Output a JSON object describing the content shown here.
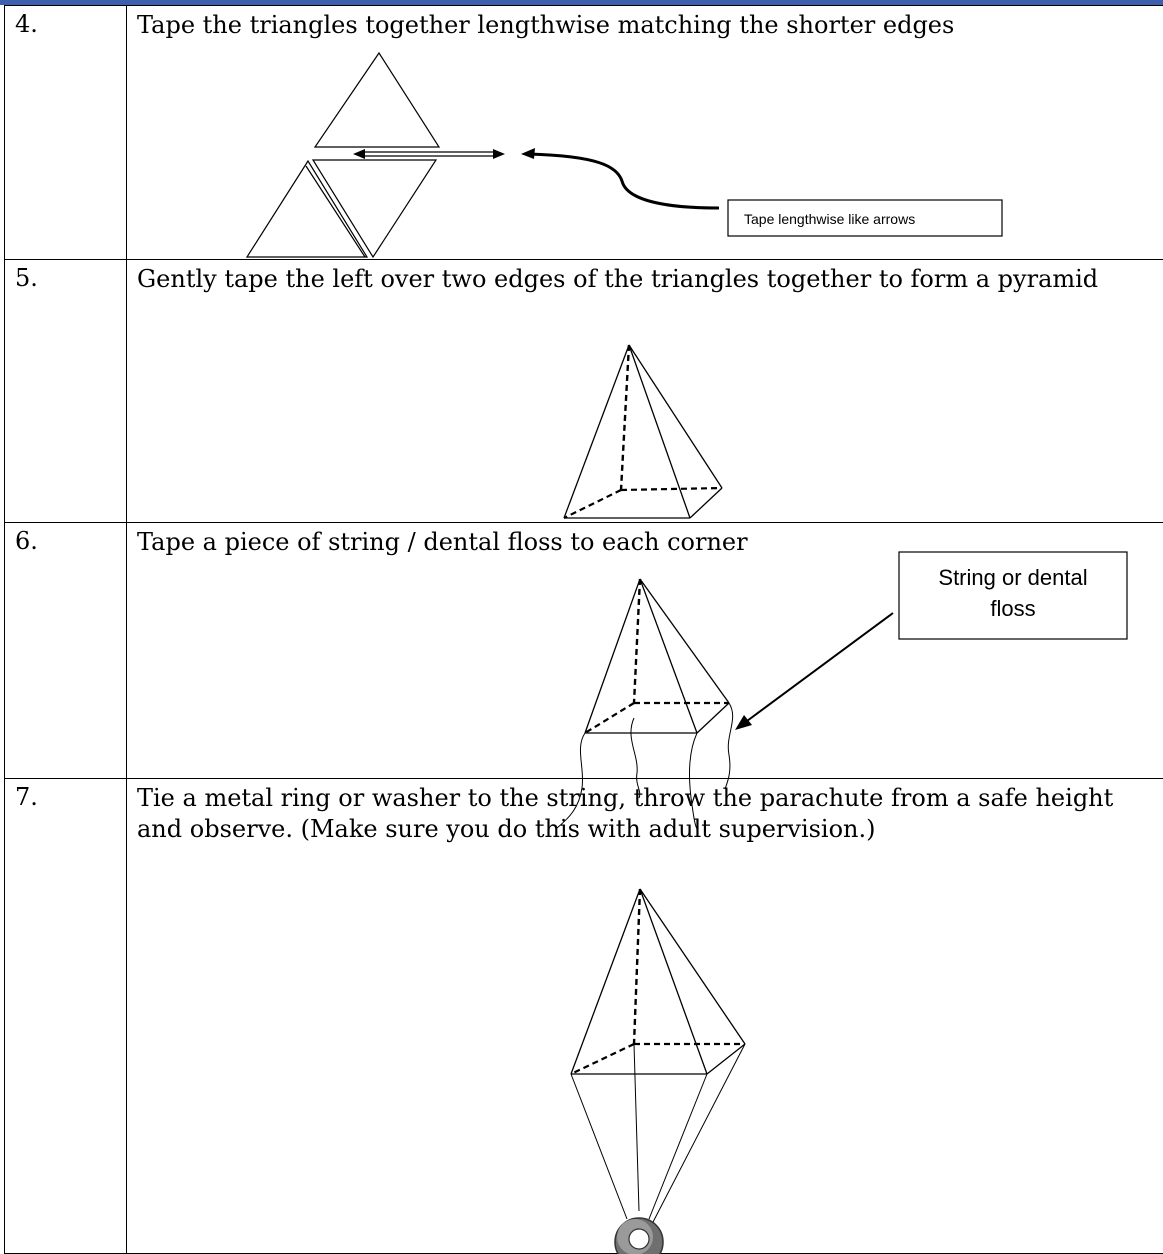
{
  "rows": [
    {
      "number": "4.",
      "instruction": "Tape the triangles together lengthwise matching the shorter edges",
      "callout": "Tape lengthwise like arrows"
    },
    {
      "number": "5.",
      "instruction": "Gently tape the left over two edges of the triangles together to form a pyramid"
    },
    {
      "number": "6.",
      "instruction": "Tape a piece of string / dental floss to each corner",
      "callout_line1": "String or dental",
      "callout_line2": "floss"
    },
    {
      "number": "7.",
      "instruction_line1": "Tie a metal ring or washer to the string, throw the parachute from a safe height",
      "instruction_line2": "and observe. (Make sure you do this with adult supervision.)"
    }
  ]
}
